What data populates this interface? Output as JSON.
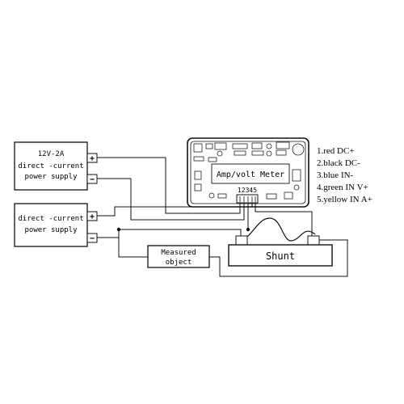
{
  "power_supply_1": {
    "line1": "12V-2A",
    "line2": "direct -current",
    "line3": "power supply",
    "pos_symbol": "+",
    "neg_symbol": "−"
  },
  "power_supply_2": {
    "line1": "direct -current",
    "line2": "power supply",
    "pos_symbol": "+",
    "neg_symbol": "−"
  },
  "meter": {
    "label": "Amp/volt Meter",
    "pins": "12345"
  },
  "legend": [
    "1.red DC+",
    "2.black DC-",
    "3.blue IN-",
    "4.green IN V+",
    "5.yellow IN A+"
  ],
  "measured_object": {
    "line1": "Measured",
    "line2": "object"
  },
  "shunt": {
    "label": "Shunt"
  }
}
